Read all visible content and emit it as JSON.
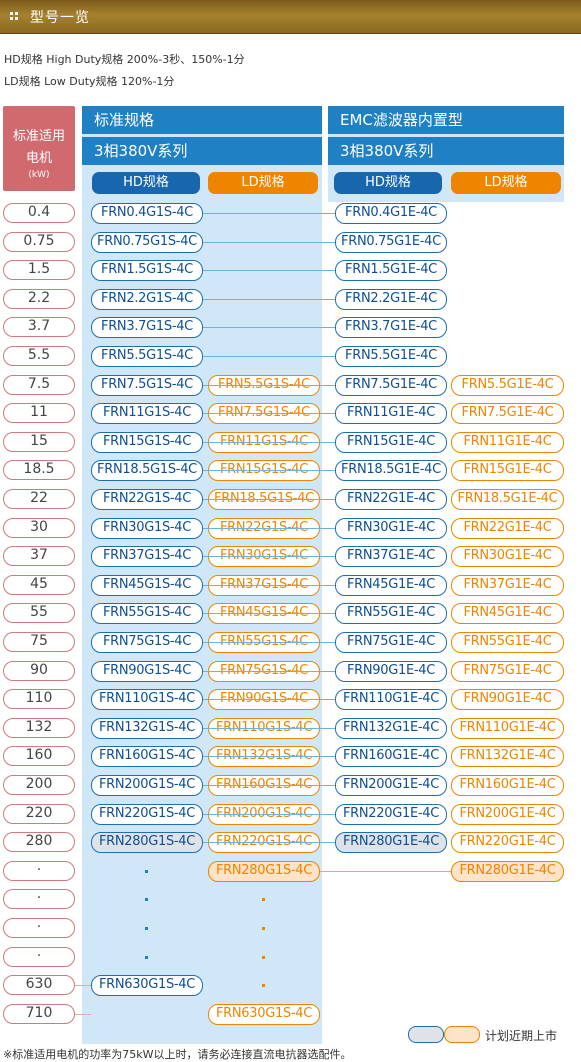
{
  "header": {
    "title": "型号一览"
  },
  "specs": {
    "hd": "HD规格 High Duty规格 200%-3秒、150%-1分",
    "ld": "LD规格  Low Duty规格 120%-1分"
  },
  "motor_header": {
    "line1": "标准适用",
    "line2": "电机",
    "unit": "(kW)"
  },
  "standard": {
    "title": "标准规格",
    "series": "3相380V系列",
    "hd_label": "HD规格",
    "ld_label": "LD规格"
  },
  "emc": {
    "title": "EMC滤波器内置型",
    "series": "3相380V系列",
    "hd_label": "HD规格",
    "ld_label": "LD规格"
  },
  "rows": [
    {
      "kw": "0.4",
      "s_hd": "FRN0.4G1S-4C",
      "s_ld": "",
      "e_hd": "FRN0.4G1E-4C",
      "e_ld": ""
    },
    {
      "kw": "0.75",
      "s_hd": "FRN0.75G1S-4C",
      "s_ld": "",
      "e_hd": "FRN0.75G1E-4C",
      "e_ld": ""
    },
    {
      "kw": "1.5",
      "s_hd": "FRN1.5G1S-4C",
      "s_ld": "",
      "e_hd": "FRN1.5G1E-4C",
      "e_ld": ""
    },
    {
      "kw": "2.2",
      "s_hd": "FRN2.2G1S-4C",
      "s_ld": "",
      "e_hd": "FRN2.2G1E-4C",
      "e_ld": ""
    },
    {
      "kw": "3.7",
      "s_hd": "FRN3.7G1S-4C",
      "s_ld": "",
      "e_hd": "FRN3.7G1E-4C",
      "e_ld": ""
    },
    {
      "kw": "5.5",
      "s_hd": "FRN5.5G1S-4C",
      "s_ld": "",
      "e_hd": "FRN5.5G1E-4C",
      "e_ld": ""
    },
    {
      "kw": "7.5",
      "s_hd": "FRN7.5G1S-4C",
      "s_ld": "FRN5.5G1S-4C",
      "e_hd": "FRN7.5G1E-4C",
      "e_ld": "FRN5.5G1E-4C"
    },
    {
      "kw": "11",
      "s_hd": "FRN11G1S-4C",
      "s_ld": "FRN7.5G1S-4C",
      "e_hd": "FRN11G1E-4C",
      "e_ld": "FRN7.5G1E-4C"
    },
    {
      "kw": "15",
      "s_hd": "FRN15G1S-4C",
      "s_ld": "FRN11G1S-4C",
      "e_hd": "FRN15G1E-4C",
      "e_ld": "FRN11G1E-4C"
    },
    {
      "kw": "18.5",
      "s_hd": "FRN18.5G1S-4C",
      "s_ld": "FRN15G1S-4C",
      "e_hd": "FRN18.5G1E-4C",
      "e_ld": "FRN15G1E-4C"
    },
    {
      "kw": "22",
      "s_hd": "FRN22G1S-4C",
      "s_ld": "FRN18.5G1S-4C",
      "e_hd": "FRN22G1E-4C",
      "e_ld": "FRN18.5G1E-4C"
    },
    {
      "kw": "30",
      "s_hd": "FRN30G1S-4C",
      "s_ld": "FRN22G1S-4C",
      "e_hd": "FRN30G1E-4C",
      "e_ld": "FRN22G1E-4C"
    },
    {
      "kw": "37",
      "s_hd": "FRN37G1S-4C",
      "s_ld": "FRN30G1S-4C",
      "e_hd": "FRN37G1E-4C",
      "e_ld": "FRN30G1E-4C"
    },
    {
      "kw": "45",
      "s_hd": "FRN45G1S-4C",
      "s_ld": "FRN37G1S-4C",
      "e_hd": "FRN45G1E-4C",
      "e_ld": "FRN37G1E-4C"
    },
    {
      "kw": "55",
      "s_hd": "FRN55G1S-4C",
      "s_ld": "FRN45G1S-4C",
      "e_hd": "FRN55G1E-4C",
      "e_ld": "FRN45G1E-4C"
    },
    {
      "kw": "75",
      "s_hd": "FRN75G1S-4C",
      "s_ld": "FRN55G1S-4C",
      "e_hd": "FRN75G1E-4C",
      "e_ld": "FRN55G1E-4C"
    },
    {
      "kw": "90",
      "s_hd": "FRN90G1S-4C",
      "s_ld": "FRN75G1S-4C",
      "e_hd": "FRN90G1E-4C",
      "e_ld": "FRN75G1E-4C"
    },
    {
      "kw": "110",
      "s_hd": "FRN110G1S-4C",
      "s_ld": "FRN90G1S-4C",
      "e_hd": "FRN110G1E-4C",
      "e_ld": "FRN90G1E-4C"
    },
    {
      "kw": "132",
      "s_hd": "FRN132G1S-4C",
      "s_ld": "FRN110G1S-4C",
      "e_hd": "FRN132G1E-4C",
      "e_ld": "FRN110G1E-4C"
    },
    {
      "kw": "160",
      "s_hd": "FRN160G1S-4C",
      "s_ld": "FRN132G1S-4C",
      "e_hd": "FRN160G1E-4C",
      "e_ld": "FRN132G1E-4C"
    },
    {
      "kw": "200",
      "s_hd": "FRN200G1S-4C",
      "s_ld": "FRN160G1S-4C",
      "e_hd": "FRN200G1E-4C",
      "e_ld": "FRN160G1E-4C"
    },
    {
      "kw": "220",
      "s_hd": "FRN220G1S-4C",
      "s_ld": "FRN200G1S-4C",
      "e_hd": "FRN220G1E-4C",
      "e_ld": "FRN200G1E-4C"
    },
    {
      "kw": "280",
      "s_hd": "FRN280G1S-4C",
      "s_ld": "FRN220G1S-4C",
      "e_hd": "FRN280G1E-4C",
      "e_ld": "FRN220G1E-4C",
      "soon_hd": true
    },
    {
      "kw": "·",
      "s_hd": "·",
      "s_ld": "FRN280G1S-4C",
      "e_hd": "",
      "e_ld": "FRN280G1E-4C",
      "soon_ld": true
    },
    {
      "kw": "·",
      "s_hd": "·",
      "s_ld": "·",
      "e_hd": "",
      "e_ld": ""
    },
    {
      "kw": "·",
      "s_hd": "·",
      "s_ld": "·",
      "e_hd": "",
      "e_ld": ""
    },
    {
      "kw": "·",
      "s_hd": "·",
      "s_ld": "·",
      "e_hd": "",
      "e_ld": ""
    },
    {
      "kw": "630",
      "s_hd": "FRN630G1S-4C",
      "s_ld": "·",
      "e_hd": "",
      "e_ld": ""
    },
    {
      "kw": "710",
      "s_hd": "",
      "s_ld": "FRN630G1S-4C",
      "e_hd": "",
      "e_ld": ""
    }
  ],
  "legend": {
    "label": "计划近期上市"
  },
  "footnote": "※标准适用电机的功率为75kW以上时，请务必连接直流电抗器选配件。",
  "colors": {
    "blue": "#1f80c4",
    "orange": "#ee8400",
    "rose": "#d06a6e",
    "panel": "#cfe7f6"
  }
}
